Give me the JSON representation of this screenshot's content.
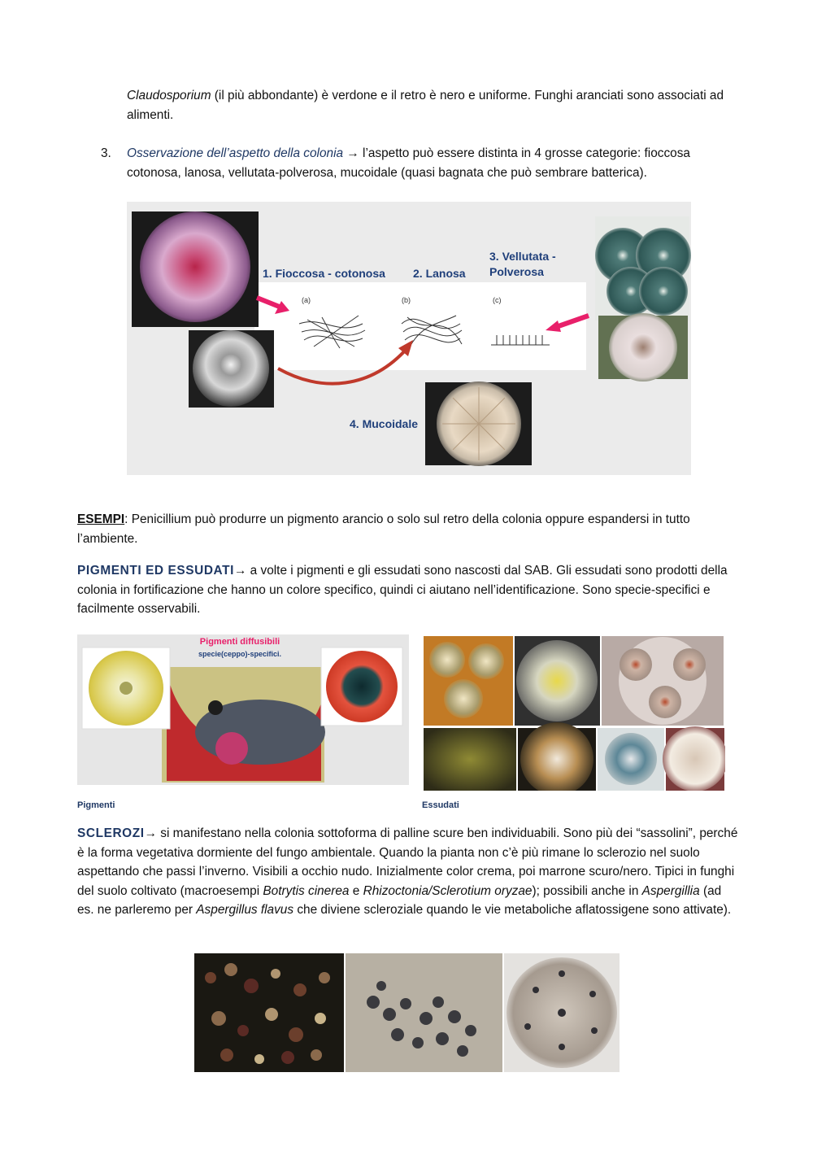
{
  "intro": {
    "italic_term": "Claudosporium",
    "text_rest": " (il più abbondante) è verdone e il retro è nero e uniforme. Funghi aranciati sono associati ad alimenti."
  },
  "item3": {
    "number": "3.",
    "title": "Osservazione dell’aspetto della colonia",
    "arrow": "→",
    "text": " l’aspetto può essere distinta in 4 grosse categorie: fioccosa cotonosa, lanosa, vellutata-polverosa, mucoidale (quasi bagnata che può sembrare batterica)."
  },
  "figure1": {
    "label1": "1. Fioccosa - cotonosa",
    "label2": "2. Lanosa",
    "label3_line1": "3. Vellutata -",
    "label3_line2": "Polverosa",
    "label4": "4. Mucoidale",
    "sub_a": "(a)",
    "sub_b": "(b)",
    "sub_c": "(c)"
  },
  "esempi": {
    "label": "ESEMPI",
    "text": ": Penicillium può produrre un pigmento arancio o solo sul retro della colonia oppure espandersi in tutto l’ambiente."
  },
  "pigmenti": {
    "heading": "PIGMENTI ED ESSUDATI",
    "arrow": "→",
    "text": " a volte i pigmenti e gli essudati sono nascosti dal SAB. Gli essudati sono prodotti della colonia in fortificazione che hanno un colore specifico, quindi ci aiutano nell’identificazione. Sono specie-specifici e facilmente osservabili."
  },
  "figure2": {
    "title_line1": "Pigmenti diffusibili",
    "title_line2": "specie(ceppo)-specifici."
  },
  "captions": {
    "left": "Pigmenti",
    "right": "Essudati"
  },
  "sclerozi": {
    "heading": "SCLEROZI",
    "arrow": "→",
    "text1": " si manifestano nella colonia sottoforma di palline scure ben individuabili. Sono più dei “sassolini”, perché è la forma vegetativa dormiente del fungo ambientale. Quando la pianta non c’è più rimane lo sclerozio nel suolo aspettando che passi l’inverno. Visibili a occhio nudo. Inizialmente color crema, poi marrone scuro/nero. Tipici in funghi del suolo coltivato (macroesempi ",
    "italic1": "Botrytis cinerea",
    "text2": " e ",
    "italic2": "Rhizoctonia/Sclerotium oryzae",
    "text3": "); possibili anche in ",
    "italic3": "Aspergillia",
    "text4": " (ad es. ne parleremo per ",
    "italic4": "Aspergillus flavus",
    "text5": " che diviene scleroziale quando le vie metaboliche aflatossigene sono attivate)."
  },
  "colors": {
    "heading_navy": "#1f3864",
    "figure_label_blue": "#1f3f7a",
    "pink_arrow": "#e8206a",
    "red_arrow": "#c0392b"
  }
}
